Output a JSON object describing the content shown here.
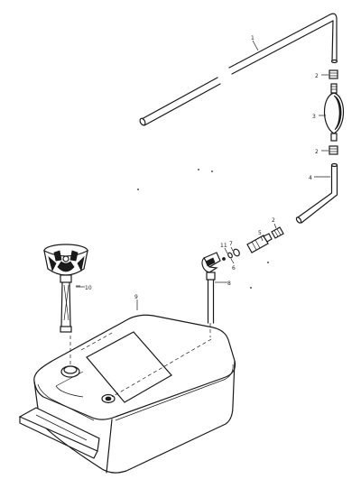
{
  "callouts": {
    "c1": "1",
    "c2a": "2",
    "c3": "3",
    "c2b": "2",
    "c4": "4",
    "c2c": "2",
    "c5": "5",
    "c7": "7",
    "c11": "11",
    "c6": "6",
    "c8": "8",
    "c10": "10",
    "c9": "9"
  }
}
